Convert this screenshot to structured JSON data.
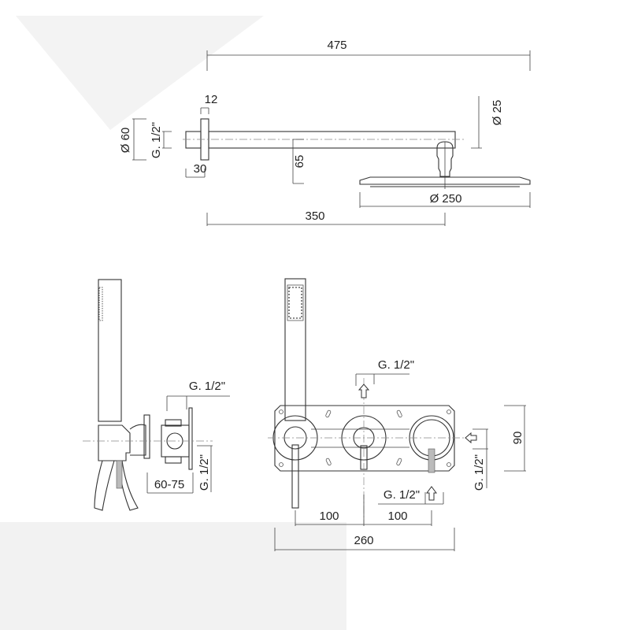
{
  "title": "Shower set technical drawing",
  "top_view": {
    "overall_length": "475",
    "flange_thickness": "12",
    "flange_diameter": "Ø 60",
    "thread_inlet": "G. 1/2\"",
    "stub_length": "30",
    "drop_height": "65",
    "arm_diameter": "Ø 25",
    "head_diameter": "Ø 250",
    "arm_projection": "350"
  },
  "side_view": {
    "thread_top": "G. 1/2\"",
    "wall_depth": "60-75",
    "thread_side": "G. 1/2\""
  },
  "front_view": {
    "thread_outlet": "G. 1/2\"",
    "plate_height": "90",
    "thread_inlet_right": "G. 1/2\"",
    "thread_inlet_bottom": "G. 1/2\"",
    "spacing_left": "100",
    "spacing_right": "100",
    "plate_width": "260"
  }
}
